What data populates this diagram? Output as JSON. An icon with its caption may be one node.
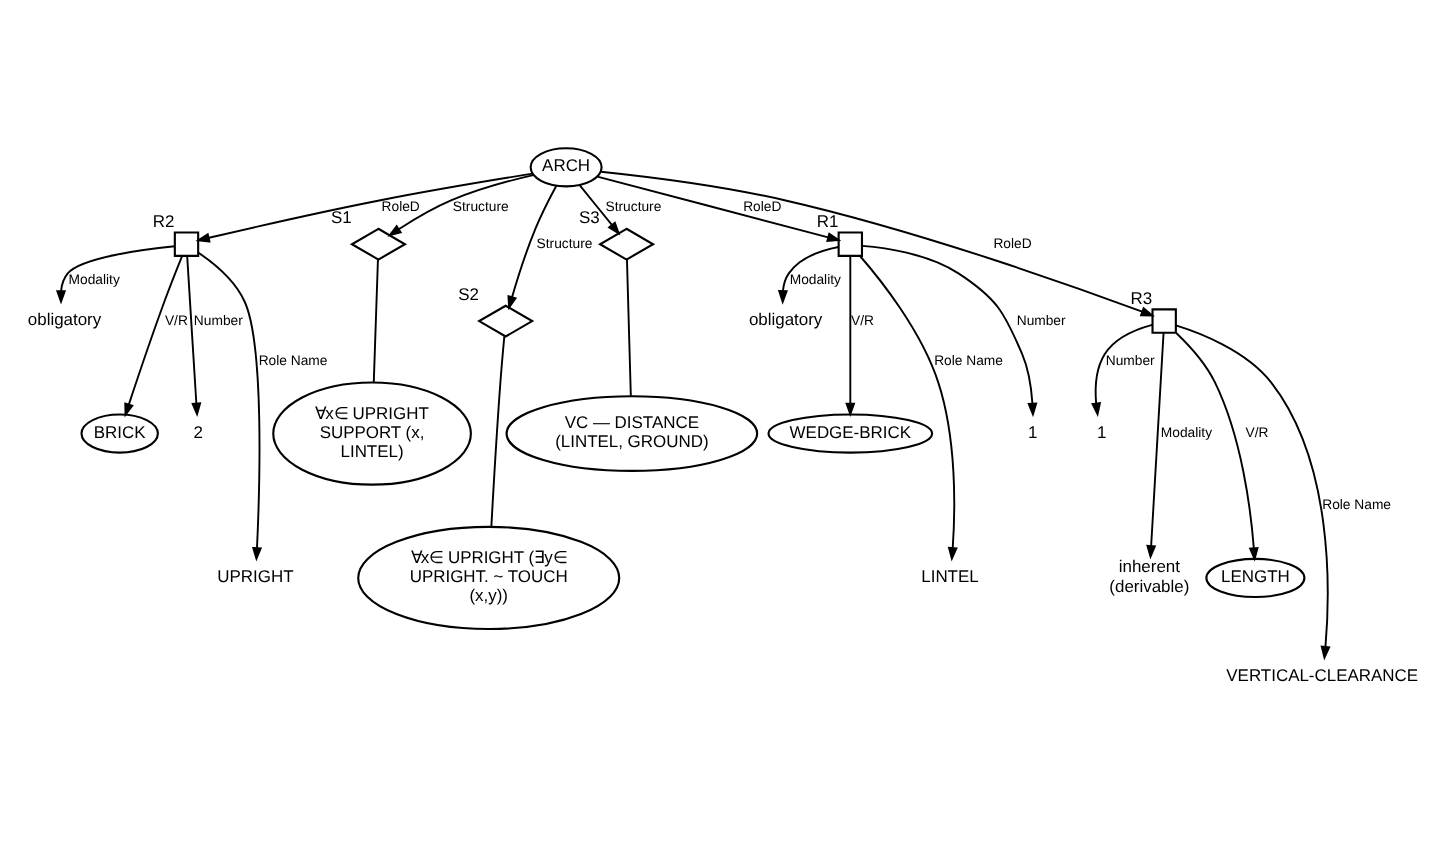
{
  "diagram": {
    "nodes": [
      {
        "text": [
          "ARCH"
        ]
      },
      {
        "text": [],
        "shape": "box",
        "beside": [
          "R2"
        ]
      },
      {
        "text": [
          "obligatory"
        ]
      },
      {
        "text": [
          "BRICK"
        ]
      },
      {
        "text": [
          "2"
        ]
      },
      {
        "text": [
          "UPRIGHT"
        ]
      },
      {
        "text": [],
        "shape": "diamond",
        "beside": [
          "S1"
        ]
      },
      {
        "text": [
          "∀x∈ UPRIGHT SUPPORT (x, LINTEL)"
        ]
      },
      {
        "text": [],
        "shape": "diamond",
        "beside": [
          "S2"
        ]
      },
      {
        "text": [
          "∀x∈ UPRIGHT (∃y∈ UPRIGHT. ~ TOUCH (x,y))"
        ]
      },
      {
        "text": [],
        "shape": "diamond",
        "beside": [
          "S3"
        ]
      },
      {
        "text": [
          "VC — DISTANCE (LINTEL, GROUND)"
        ]
      },
      {
        "text": [],
        "shape": "box",
        "beside": [
          "R1"
        ]
      },
      {
        "text": [
          "obligatory"
        ]
      },
      {
        "text": [
          "WEDGE-BRICK"
        ]
      },
      {
        "text": [
          "LINTEL"
        ]
      },
      {
        "text": [
          "1"
        ]
      },
      {
        "text": [],
        "shape": "box",
        "beside": [
          "R3"
        ]
      },
      {
        "text": [
          "1"
        ]
      },
      {
        "text": [
          "inherent (derivable)"
        ]
      },
      {
        "text": [
          "LENGTH"
        ]
      },
      {
        "text": [
          "VERTICAL-CLEARANCE"
        ]
      }
    ],
    "edges": [
      {
        "from": 0,
        "to": 1,
        "arrow": "to",
        "label": "RoleD"
      },
      {
        "from": 1,
        "to": 2,
        "arrow": "to",
        "label": "Modality"
      },
      {
        "from": 1,
        "to": 3,
        "arrow": "to",
        "label": "V/R"
      },
      {
        "from": 1,
        "to": 4,
        "arrow": "to",
        "label": "Number"
      },
      {
        "from": 1,
        "to": 5,
        "arrow": "to",
        "label": "Role Name"
      },
      {
        "from": 0,
        "to": 6,
        "arrow": "to",
        "label": "Structure"
      },
      {
        "from": 6,
        "to": 7,
        "arrow": "none"
      },
      {
        "from": 0,
        "to": 8,
        "arrow": "to",
        "label": "Structure"
      },
      {
        "from": 8,
        "to": 9,
        "arrow": "none"
      },
      {
        "from": 0,
        "to": 10,
        "arrow": "to",
        "label": "Structure"
      },
      {
        "from": 10,
        "to": 11,
        "arrow": "none"
      },
      {
        "from": 0,
        "to": 17,
        "arrow": "to",
        "label": "RoleD"
      },
      {
        "from": 0,
        "to": 12,
        "arrow": "to",
        "label": "RoleD"
      },
      {
        "from": 12,
        "to": 13,
        "arrow": "to",
        "label": "Modality"
      },
      {
        "from": 12,
        "to": 14,
        "arrow": "to",
        "label": "V/R"
      },
      {
        "from": 12,
        "to": 15,
        "arrow": "to",
        "label": "Role Name"
      },
      {
        "from": 12,
        "to": 16,
        "arrow": "to",
        "label": "Number"
      },
      {
        "from": 17,
        "to": 18,
        "arrow": "to",
        "label": "Number"
      },
      {
        "from": 17,
        "to": 19,
        "arrow": "to",
        "label": "Modality"
      },
      {
        "from": 17,
        "to": 20,
        "arrow": "to",
        "label": "V/R"
      },
      {
        "from": 17,
        "to": 21,
        "arrow": "to",
        "label": "Role Name"
      }
    ]
  }
}
